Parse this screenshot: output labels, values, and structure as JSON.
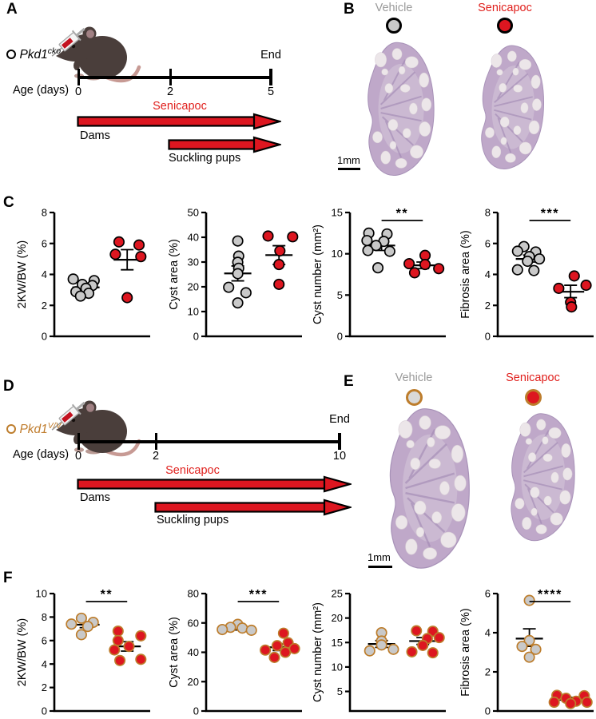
{
  "colors": {
    "red_marker": "#dd1620",
    "red_text": "#e0201d",
    "gray_marker": "#c9c9c9",
    "black_ring": "#000000",
    "orange_ring": "#bd7d2c",
    "gray_text": "#9a9a9a",
    "kidney_tissue": "#bfa8c9",
    "kidney_cyst": "#ece6e9"
  },
  "panelA": {
    "label": "A",
    "genotype": {
      "gene": "Pkd1",
      "sup": "cko"
    },
    "timeline": {
      "age_label": "Age (days)",
      "tick_labels": [
        "0",
        "2",
        "5"
      ],
      "end_label": "End",
      "drug_label": "Senicapoc",
      "arrow1_label": "Dams",
      "arrow2_label": "Suckling pups"
    }
  },
  "panelB": {
    "label": "B",
    "vehicle_label": "Vehicle",
    "senicapoc_label": "Senicapoc",
    "scalebar_label": "1mm"
  },
  "panelC": {
    "label": "C"
  },
  "panelD": {
    "label": "D",
    "genotype": {
      "gene": "Pkd1",
      "sup": "V/V"
    },
    "timeline": {
      "age_label": "Age (days)",
      "tick_labels": [
        "0",
        "2",
        "10"
      ],
      "end_label": "End",
      "drug_label": "Senicapoc",
      "arrow1_label": "Dams",
      "arrow2_label": "Suckling pups"
    }
  },
  "panelE": {
    "label": "E",
    "vehicle_label": "Vehicle",
    "senicapoc_label": "Senicapoc",
    "scalebar_label": "1mm"
  },
  "panelF": {
    "label": "F"
  },
  "chart_data": [
    {
      "id": "C1",
      "type": "scatter",
      "ylabel": "2KW/BW (%)",
      "ylim": [
        0,
        8
      ],
      "yticks": [
        0,
        2,
        4,
        6,
        8
      ],
      "significance": null,
      "series": [
        {
          "name": "Vehicle",
          "fill": "#c9c9c9",
          "stroke": "#000000",
          "mean": 3.16,
          "sem": [
            3.0,
            3.33
          ],
          "points": [
            [
              -0.28,
              3.7
            ],
            [
              0.18,
              3.6
            ],
            [
              -0.08,
              3.35
            ],
            [
              0.14,
              3.28
            ],
            [
              0.0,
              3.1
            ],
            [
              -0.22,
              2.88
            ],
            [
              0.06,
              2.78
            ],
            [
              -0.12,
              2.6
            ]
          ]
        },
        {
          "name": "Senicapoc",
          "fill": "#dd1620",
          "stroke": "#000000",
          "mean": 4.95,
          "sem": [
            4.3,
            5.6
          ],
          "points": [
            [
              -0.18,
              6.1
            ],
            [
              0.26,
              5.9
            ],
            [
              -0.26,
              5.3
            ],
            [
              0.3,
              5.15
            ],
            [
              0.0,
              2.5
            ]
          ]
        }
      ]
    },
    {
      "id": "C2",
      "type": "scatter",
      "ylabel": "Cyst area (%)",
      "ylim": [
        0,
        50
      ],
      "yticks": [
        0,
        10,
        20,
        30,
        40,
        50
      ],
      "significance": null,
      "series": [
        {
          "name": "Vehicle",
          "fill": "#c9c9c9",
          "stroke": "#000000",
          "mean": 25.4,
          "sem": [
            22.4,
            28.4
          ],
          "points": [
            [
              0.0,
              38.5
            ],
            [
              0.02,
              32.4
            ],
            [
              0.0,
              29.9
            ],
            [
              0.02,
              27.5
            ],
            [
              0.0,
              25.3
            ],
            [
              -0.2,
              19.8
            ],
            [
              0.18,
              17.6
            ],
            [
              0.0,
              13.5
            ]
          ]
        },
        {
          "name": "Senicapoc",
          "fill": "#dd1620",
          "stroke": "#000000",
          "mean": 32.8,
          "sem": [
            29.0,
            36.6
          ],
          "points": [
            [
              -0.24,
              40.5
            ],
            [
              0.3,
              40.2
            ],
            [
              0.02,
              34.5
            ],
            [
              0.0,
              29.0
            ],
            [
              0.0,
              21.0
            ]
          ]
        }
      ]
    },
    {
      "id": "C3",
      "type": "scatter",
      "ylabel": "Cyst number (mm²)",
      "ylim": [
        0,
        15
      ],
      "yticks": [
        0,
        5,
        10,
        15
      ],
      "significance": "**",
      "series": [
        {
          "name": "Vehicle",
          "fill": "#c9c9c9",
          "stroke": "#000000",
          "mean": 11.0,
          "sem": [
            10.4,
            11.5
          ],
          "points": [
            [
              -0.28,
              12.5
            ],
            [
              0.12,
              12.4
            ],
            [
              -0.32,
              11.6
            ],
            [
              0.05,
              11.5
            ],
            [
              -0.12,
              11.0
            ],
            [
              -0.3,
              10.4
            ],
            [
              0.18,
              10.3
            ],
            [
              -0.08,
              8.3
            ]
          ]
        },
        {
          "name": "Senicapoc",
          "fill": "#dd1620",
          "stroke": "#000000",
          "mean": 8.6,
          "sem": [
            8.2,
            9.0
          ],
          "points": [
            [
              0.05,
              9.8
            ],
            [
              -0.3,
              8.8
            ],
            [
              0.05,
              8.7
            ],
            [
              0.35,
              8.2
            ],
            [
              -0.18,
              7.7
            ]
          ]
        }
      ]
    },
    {
      "id": "C4",
      "type": "scatter",
      "ylabel": "Fibrosis area (%)",
      "ylim": [
        0,
        8
      ],
      "yticks": [
        0,
        2,
        4,
        6,
        8
      ],
      "significance": "***",
      "series": [
        {
          "name": "Vehicle",
          "fill": "#c9c9c9",
          "stroke": "#000000",
          "mean": 5.0,
          "sem": [
            4.8,
            5.25
          ],
          "points": [
            [
              -0.12,
              5.8
            ],
            [
              -0.26,
              5.5
            ],
            [
              0.14,
              5.45
            ],
            [
              0.0,
              5.15
            ],
            [
              0.22,
              5.0
            ],
            [
              -0.04,
              4.85
            ],
            [
              -0.26,
              4.3
            ],
            [
              0.1,
              4.25
            ]
          ]
        },
        {
          "name": "Senicapoc",
          "fill": "#dd1620",
          "stroke": "#000000",
          "mean": 2.88,
          "sem": [
            2.5,
            3.3
          ],
          "points": [
            [
              0.08,
              3.9
            ],
            [
              0.34,
              3.3
            ],
            [
              -0.26,
              3.1
            ],
            [
              0.0,
              2.2
            ],
            [
              0.02,
              1.9
            ]
          ]
        }
      ]
    },
    {
      "id": "F1",
      "type": "scatter",
      "ylabel": "2KW/BW (%)",
      "ylim": [
        0,
        10
      ],
      "yticks": [
        0,
        2,
        4,
        6,
        8,
        10
      ],
      "significance": "**",
      "series": [
        {
          "name": "Vehicle",
          "fill": "#c9c9c9",
          "stroke": "#bd7d2c",
          "mean": 7.35,
          "sem": [
            7.1,
            7.6
          ],
          "points": [
            [
              -0.1,
              7.9
            ],
            [
              0.16,
              7.55
            ],
            [
              -0.32,
              7.4
            ],
            [
              0.04,
              7.2
            ],
            [
              -0.1,
              6.5
            ]
          ]
        },
        {
          "name": "Senicapoc",
          "fill": "#dd1620",
          "stroke": "#bd7d2c",
          "mean": 5.5,
          "sem": [
            5.1,
            5.9
          ],
          "points": [
            [
              -0.2,
              6.8
            ],
            [
              0.3,
              6.4
            ],
            [
              -0.2,
              6.0
            ],
            [
              0.04,
              5.5
            ],
            [
              -0.28,
              5.2
            ],
            [
              0.3,
              4.4
            ],
            [
              -0.16,
              4.3
            ]
          ]
        }
      ]
    },
    {
      "id": "F2",
      "type": "scatter",
      "ylabel": "Cyst area (%)",
      "ylim": [
        0,
        80
      ],
      "yticks": [
        0,
        20,
        40,
        60,
        80
      ],
      "significance": "***",
      "series": [
        {
          "name": "Vehicle",
          "fill": "#c9c9c9",
          "stroke": "#bd7d2c",
          "mean": 56.2,
          "sem": [
            55.2,
            57.4
          ],
          "points": [
            [
              0.0,
              59.0
            ],
            [
              -0.16,
              57.0
            ],
            [
              0.1,
              56.5
            ],
            [
              -0.34,
              55.5
            ],
            [
              0.3,
              55.0
            ]
          ]
        },
        {
          "name": "Senicapoc",
          "fill": "#dd1620",
          "stroke": "#bd7d2c",
          "mean": 43.4,
          "sem": [
            41.2,
            45.6
          ],
          "points": [
            [
              0.1,
              53.0
            ],
            [
              0.2,
              46.5
            ],
            [
              -0.04,
              44.5
            ],
            [
              0.34,
              42.5
            ],
            [
              -0.3,
              41.5
            ],
            [
              0.14,
              40.0
            ],
            [
              -0.1,
              36.5
            ]
          ]
        }
      ]
    },
    {
      "id": "F3",
      "type": "scatter",
      "ylabel": "Cyst number (mm²)",
      "ylim": [
        1,
        25
      ],
      "yticks": [
        5,
        10,
        15,
        20,
        25
      ],
      "significance": null,
      "series": [
        {
          "name": "Vehicle",
          "fill": "#c9c9c9",
          "stroke": "#bd7d2c",
          "mean": 14.7,
          "sem": [
            14.0,
            15.4
          ],
          "points": [
            [
              0.0,
              17.0
            ],
            [
              0.0,
              15.3
            ],
            [
              0.0,
              14.5
            ],
            [
              -0.26,
              13.3
            ],
            [
              0.26,
              13.6
            ]
          ]
        },
        {
          "name": "Senicapoc",
          "fill": "#dd1620",
          "stroke": "#bd7d2c",
          "mean": 15.3,
          "sem": [
            14.6,
            16.0
          ],
          "points": [
            [
              -0.14,
              17.4
            ],
            [
              0.22,
              17.3
            ],
            [
              0.36,
              16.0
            ],
            [
              0.1,
              15.8
            ],
            [
              0.0,
              14.4
            ],
            [
              -0.24,
              13.1
            ],
            [
              0.22,
              12.9
            ]
          ]
        }
      ]
    },
    {
      "id": "F4",
      "type": "scatter",
      "ylabel": "Fibrosis area (%)",
      "ylim": [
        0,
        6
      ],
      "yticks": [
        0,
        2,
        4,
        6
      ],
      "significance": "****",
      "series": [
        {
          "name": "Vehicle",
          "fill": "#c9c9c9",
          "stroke": "#bd7d2c",
          "mean": 3.7,
          "sem": [
            3.3,
            4.2
          ],
          "points": [
            [
              0.0,
              5.65
            ],
            [
              0.0,
              3.6
            ],
            [
              -0.16,
              3.3
            ],
            [
              0.14,
              3.15
            ],
            [
              0.0,
              2.75
            ]
          ]
        },
        {
          "name": "Senicapoc",
          "fill": "#dd1620",
          "stroke": "#bd7d2c",
          "mean": 0.57,
          "sem": [
            0.45,
            0.7
          ],
          "points": [
            [
              -0.3,
              0.8
            ],
            [
              0.3,
              0.78
            ],
            [
              -0.1,
              0.65
            ],
            [
              0.12,
              0.5
            ],
            [
              -0.36,
              0.45
            ],
            [
              0.36,
              0.45
            ],
            [
              0.0,
              0.38
            ]
          ]
        }
      ]
    }
  ]
}
